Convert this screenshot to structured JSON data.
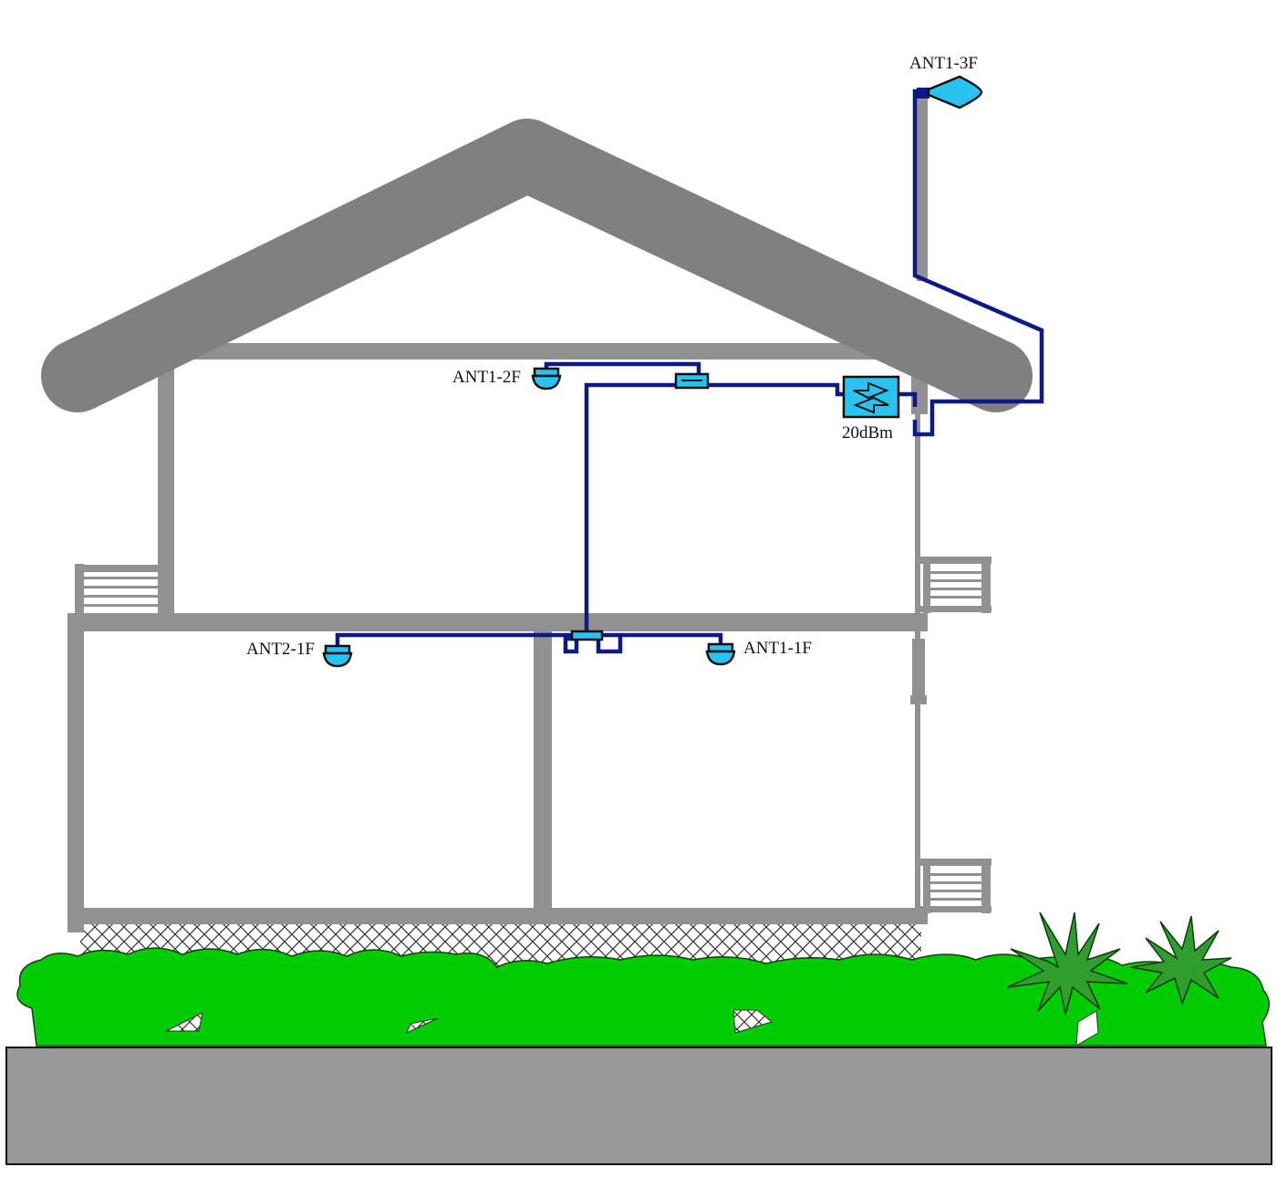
{
  "labels": {
    "ant_3f": "ANT1-3F",
    "ant_2f": "ANT1-2F",
    "amp_power": "20dBm",
    "ant_1f_left": "ANT2-1F",
    "ant_1f_right": "ANT1-1F"
  },
  "colors": {
    "wall": "#919191",
    "roof": "#808080",
    "cable": "#0d1a86",
    "device": "#29c3f2",
    "grass": "#00cc00",
    "plant": "#2f9e2f",
    "ground": "#999999"
  },
  "icons": [
    "outdoor-directional-antenna-icon",
    "ceiling-dome-antenna-icon",
    "signal-amplifier-icon",
    "power-splitter-icon"
  ]
}
